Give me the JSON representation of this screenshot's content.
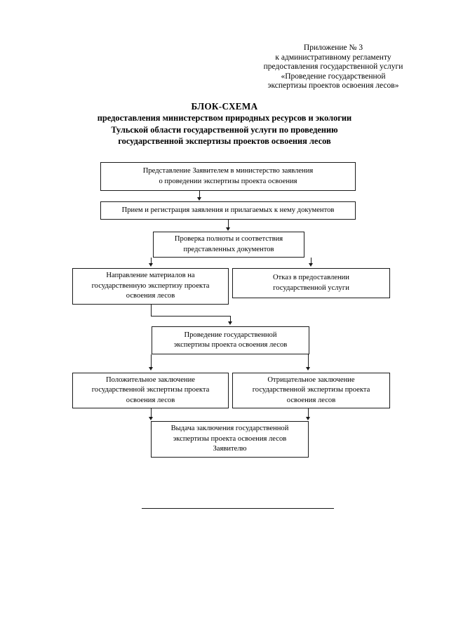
{
  "document": {
    "header_lines": [
      "Приложение № 3",
      "к административному регламенту",
      "предоставления государственной услуги",
      "«Проведение государственной",
      "экспертизы проектов освоения лесов»"
    ],
    "title": {
      "main": "БЛОК-СХЕМА",
      "lines": [
        "предоставления министерством природных ресурсов и экологии",
        "Тульской области государственной услуги по проведению",
        "государственной экспертизы проектов освоения лесов"
      ]
    },
    "footer_rule": true
  },
  "flowchart": {
    "type": "flowchart",
    "orientation": "top-down",
    "nodes": [
      {
        "id": "n1",
        "lines": [
          "Представление Заявителем в министерство заявления",
          "о проведении экспертизы проекта освоения"
        ]
      },
      {
        "id": "n2",
        "lines": [
          "Прием и регистрация заявления и прилагаемых к нему документов"
        ]
      },
      {
        "id": "n3",
        "lines": [
          "Проверка полноты и соответствия",
          "представленных документов"
        ]
      },
      {
        "id": "n4",
        "lines": [
          "Направление материалов на",
          "государственную экспертизу проекта",
          "освоения лесов"
        ]
      },
      {
        "id": "n5",
        "lines": [
          "Отказ в предоставлении",
          "государственной услуги"
        ]
      },
      {
        "id": "n6",
        "lines": [
          "Проведение государственной",
          "экспертизы проекта освоения лесов"
        ]
      },
      {
        "id": "n7",
        "lines": [
          "Положительное заключение",
          "государственной экспертизы проекта",
          "освоения лесов"
        ]
      },
      {
        "id": "n8",
        "lines": [
          "Отрицательное заключение",
          "государственной экспертизы проекта",
          "освоения лесов"
        ]
      },
      {
        "id": "n9",
        "lines": [
          "Выдача заключения государственной",
          "экспертизы проекта освоения лесов",
          "Заявителю"
        ]
      }
    ],
    "edges": [
      {
        "from": "n1",
        "to": "n2"
      },
      {
        "from": "n2",
        "to": "n3"
      },
      {
        "from": "n3",
        "to": "n4"
      },
      {
        "from": "n3",
        "to": "n5"
      },
      {
        "from": "n4",
        "to": "n6"
      },
      {
        "from": "n6",
        "to": "n7"
      },
      {
        "from": "n6",
        "to": "n8"
      },
      {
        "from": "n7",
        "to": "n9"
      },
      {
        "from": "n8",
        "to": "n9"
      }
    ],
    "colors": {
      "line": "#1a1a1a",
      "box_fill": "#ffffff",
      "text": "#000000"
    }
  }
}
